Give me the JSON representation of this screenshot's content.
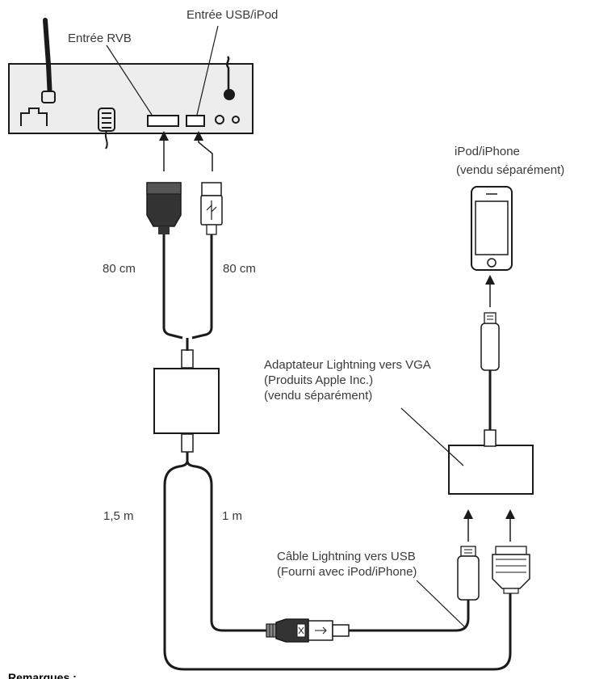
{
  "labels": {
    "usb_input": "Entrée USB/iPod",
    "rgb_input": "Entrée RVB",
    "iphone_line1": "iPod/iPhone",
    "iphone_line2": "(vendu séparément)",
    "cable_left_length": "80 cm",
    "cable_right_length": "80 cm",
    "adapter_line1": "Adaptateur Lightning vers VGA",
    "adapter_line2": "(Produits Apple Inc.)",
    "adapter_line3": "(vendu séparément)",
    "length_long": "1,5 m",
    "length_short": "1 m",
    "lightning_usb_line1": "Câble Lightning vers USB",
    "lightning_usb_line2": "(Fourni avec iPod/iPhone)",
    "remarks": "Remarques :"
  },
  "colors": {
    "stroke": "#1a1a1a",
    "head_unit_fill": "#ededed",
    "connector_dark": "#333333"
  }
}
